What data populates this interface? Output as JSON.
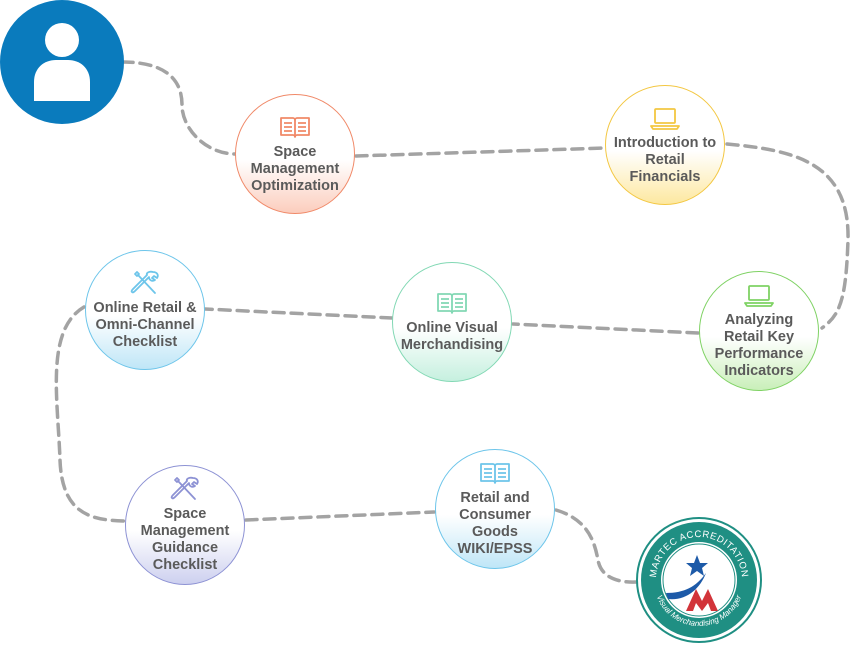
{
  "colors": {
    "avatar": "#0a7bbd",
    "path": "#a3a3a3",
    "orange": "#f08968",
    "yellow": "#f3c742",
    "green": "#7fd264",
    "mint": "#82d8b4",
    "blue": "#6dc5ea",
    "violet": "#8d92d4",
    "badge_teal": "#1f8f83",
    "badge_star": "#1d5aa8",
    "badge_logo": "#d2343a"
  },
  "avatar": {
    "icon": "user-icon"
  },
  "nodes": [
    {
      "id": "space-management-optimization",
      "label": "Space Management Optimization",
      "icon": "book-icon",
      "color": "orange"
    },
    {
      "id": "introduction-to-retail-financials",
      "label": "Introduction to Retail Financials",
      "icon": "laptop-icon",
      "color": "yellow"
    },
    {
      "id": "analyzing-retail-kpis",
      "label": "Analyzing Retail Key Performance Indicators",
      "icon": "laptop-icon",
      "color": "green"
    },
    {
      "id": "online-visual-merchandising",
      "label": "Online Visual Merchandising",
      "icon": "book-icon",
      "color": "mint"
    },
    {
      "id": "online-retail-checklist",
      "label": "Online Retail & Omni-Channel Checklist",
      "icon": "tools-icon",
      "color": "blue"
    },
    {
      "id": "space-management-guidance-checklist",
      "label": "Space Management Guidance Checklist",
      "icon": "tools-icon",
      "color": "violet"
    },
    {
      "id": "retail-consumer-goods-wiki",
      "label": "Retail and Consumer Goods WIKI/EPSS",
      "icon": "book-icon",
      "color": "blue"
    }
  ],
  "badge": {
    "top_text": "MARTEC ACCREDITATION",
    "bottom_text": "Visual Merchandising Manager",
    "icon": "accreditation-badge-icon"
  }
}
